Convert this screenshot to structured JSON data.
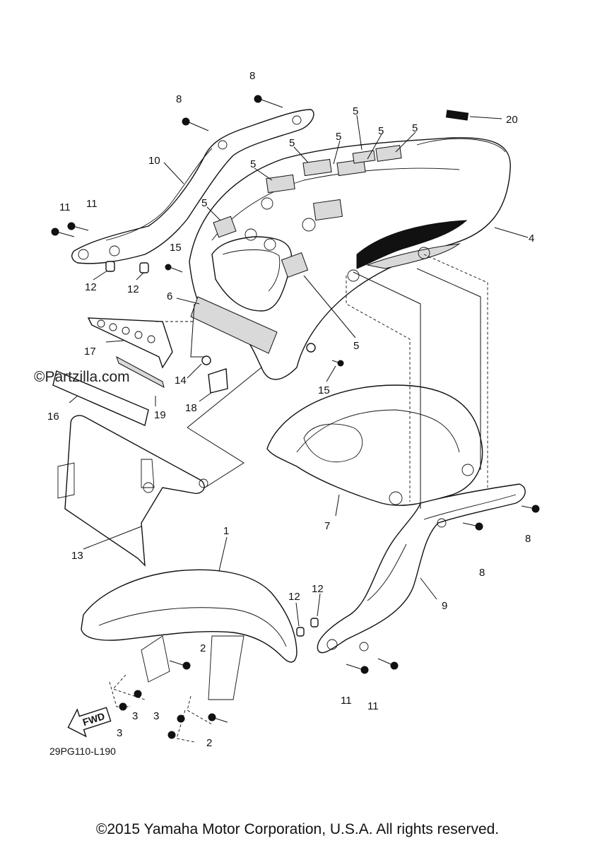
{
  "diagram": {
    "code": "29PG110-L190",
    "fwd_label": "FWD",
    "watermark": "©Partzilla.com",
    "copyright": "©2015 Yamaha Motor Corporation, U.S.A. All rights reserved.",
    "callouts": [
      "1",
      "2",
      "2",
      "3",
      "3",
      "3",
      "4",
      "5",
      "5",
      "5",
      "5",
      "5",
      "5",
      "5",
      "5",
      "6",
      "7",
      "8",
      "8",
      "8",
      "8",
      "9",
      "10",
      "11",
      "11",
      "11",
      "11",
      "12",
      "12",
      "12",
      "12",
      "13",
      "14",
      "15",
      "15",
      "16",
      "17",
      "18",
      "19",
      "20"
    ]
  }
}
